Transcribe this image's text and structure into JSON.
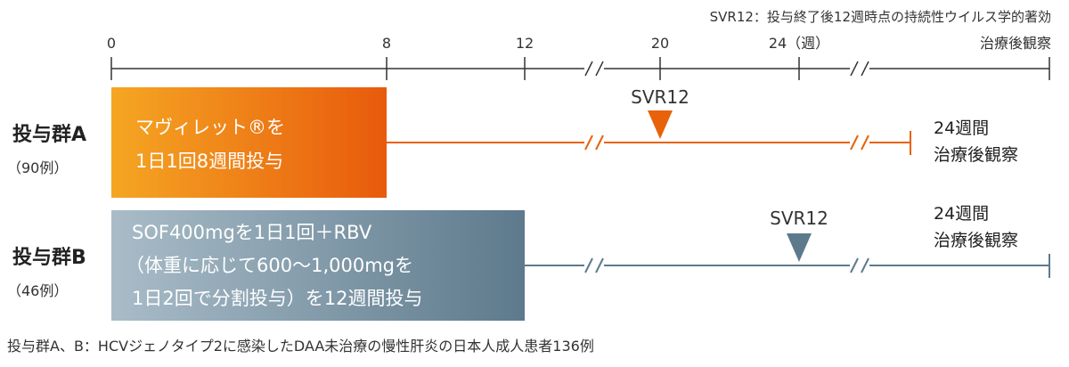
{
  "axis": {
    "ticks": [
      {
        "label": "0",
        "week": 0
      },
      {
        "label": "8",
        "week": 8
      },
      {
        "label": "12",
        "week": 12
      },
      {
        "label": "20",
        "week": 20
      },
      {
        "label": "24（週）",
        "week": 24
      }
    ],
    "observation_label": "治療後観察"
  },
  "svr_note": "SVR12：投与終了後12週時点の持続性ウイルス学的著効",
  "groups": [
    {
      "name": "投与群A",
      "n": "（90例）",
      "box_lines": [
        "マヴィレット®を",
        "1日1回8週間投与"
      ],
      "treatment_weeks": 8,
      "svr_label": "SVR12",
      "svr_week": 20,
      "end_lines": [
        "24週間",
        "治療後観察"
      ],
      "color": "#e8620a"
    },
    {
      "name": "投与群B",
      "n": "（46例）",
      "box_lines": [
        "SOF400mgを1日1回＋RBV",
        "（体重に応じて600～1,000mgを",
        "1日2回で分割投与）を12週間投与"
      ],
      "treatment_weeks": 12,
      "svr_label": "SVR12",
      "svr_week": 24,
      "end_lines": [
        "24週間",
        "治療後観察"
      ],
      "color": "#5d7a8c"
    }
  ],
  "footnote": "投与群A、B：HCVジェノタイプ2に感染したDAA未治療の慢性肝炎の日本人成人患者136例",
  "colors": {
    "axis": "#333333",
    "groupA_gradient": [
      "#f5a623",
      "#e85a0c"
    ],
    "groupB_gradient": [
      "#a9bcc8",
      "#5d7a8c"
    ]
  }
}
